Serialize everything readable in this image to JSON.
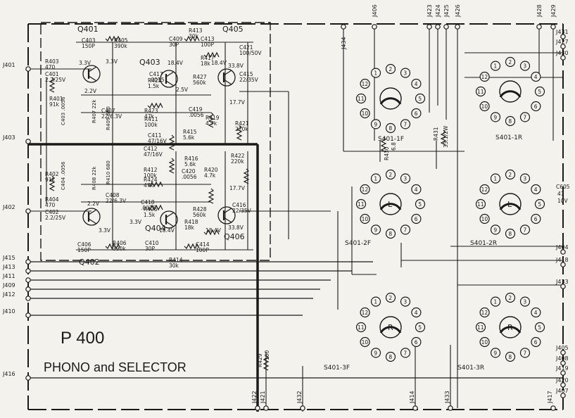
{
  "board": {
    "title": "P 400",
    "subtitle": "PHONO and SELECTOR"
  },
  "left_jacks": [
    "J401",
    "J403",
    "J402",
    "J415",
    "J413",
    "J411",
    "J409",
    "J412",
    "J410",
    "J416"
  ],
  "top_jacks": [
    "J406",
    "J434",
    "J423",
    "J424",
    "J425",
    "J426",
    "J428",
    "J429"
  ],
  "right_jacks_top": [
    "J431",
    "J427",
    "J430"
  ],
  "right_jacks_mid": [
    "J404",
    "J418",
    "J433"
  ],
  "right_jacks_bottom": [
    "J405",
    "J408",
    "J419",
    "J420",
    "J407"
  ],
  "bottom_jacks": [
    "J422",
    "J421",
    "J432",
    "J414",
    "J433",
    "J417"
  ],
  "transistors": [
    "Q401",
    "Q403",
    "Q405",
    "Q402",
    "Q404",
    "Q406"
  ],
  "upper_components": [
    {
      "t": "C403",
      "v": "150P"
    },
    {
      "t": "R405",
      "v": "390k"
    },
    {
      "t": "C409",
      "v": "30P"
    },
    {
      "t": "R413",
      "v": "30k"
    },
    {
      "t": "C413",
      "v": "100P"
    },
    {
      "t": "C421",
      "v": "100/50V"
    },
    {
      "t": "R403",
      "v": "470"
    },
    {
      "t": "R417",
      "v": "18k"
    },
    {
      "t": "C417",
      "v": ".0015"
    },
    {
      "t": "R425",
      "v": "1.5k"
    },
    {
      "t": "R427",
      "v": "560k"
    },
    {
      "t": "C415",
      "v": "22/35V"
    },
    {
      "t": "C401",
      "v": "2.2/25V"
    },
    {
      "t": "R401",
      "v": "91k"
    },
    {
      "t": "C419",
      "v": ".0056"
    },
    {
      "t": "R423",
      "v": "47k"
    },
    {
      "t": "R411",
      "v": "100k"
    },
    {
      "t": "R419",
      "v": "4.7k"
    },
    {
      "t": "R421",
      "v": "220k"
    },
    {
      "t": "C411",
      "v": "47/16V"
    },
    {
      "t": "R415",
      "v": "5.6k"
    },
    {
      "t": "C407",
      "v": "22/6.3V"
    }
  ],
  "lower_components": [
    {
      "t": "C412",
      "v": "47/16V"
    },
    {
      "t": "R416",
      "v": "5.6k"
    },
    {
      "t": "R422",
      "v": "220k"
    },
    {
      "t": "R412",
      "v": "100k"
    },
    {
      "t": "C420",
      "v": ".0056"
    },
    {
      "t": "R420",
      "v": "4.7k"
    },
    {
      "t": "R402",
      "v": "91k"
    },
    {
      "t": "R424",
      "v": "47k"
    },
    {
      "t": "C408",
      "v": "22/6.3V"
    },
    {
      "t": "R404",
      "v": "470"
    },
    {
      "t": "C418",
      "v": ".0015"
    },
    {
      "t": "R426",
      "v": "1.5k"
    },
    {
      "t": "R428",
      "v": "560k"
    },
    {
      "t": "C416",
      "v": "22/35V"
    },
    {
      "t": "C402",
      "v": "2.2/25V"
    },
    {
      "t": "R418",
      "v": "18k"
    },
    {
      "t": "C406",
      "v": "150P"
    },
    {
      "t": "R406",
      "v": "390k"
    },
    {
      "t": "C410",
      "v": "30P"
    },
    {
      "t": "C414",
      "v": "100P"
    },
    {
      "t": "R414",
      "v": "30k"
    }
  ],
  "voltages": [
    "3.3V",
    "3.3V",
    "18.4V",
    "18.4V",
    "33.8V",
    "2.2V",
    "2.5V",
    "17.7V",
    "17.7V",
    "2.2V",
    "3.3V",
    "18.4V",
    "18.4V",
    "33.8V",
    "3.3V"
  ],
  "misc_labels": {
    "r430": "R430",
    "r430_v": "6.8",
    "r431": "R431",
    "r431_v": "33.1/2W",
    "r429": "R429",
    "r429_v": "100",
    "c605": "C605",
    "c605_v": "47",
    "c605_v2": "10V",
    "r407": "R407 22k",
    "r408": "R408 22k",
    "r409": "R409 680",
    "r410": "R410 680",
    "c404": "C404 .0056",
    "c403b": "C403 .0056"
  },
  "switches": [
    {
      "name": "S401-1F",
      "center": "",
      "ring": [
        "1",
        "2",
        "3",
        "4",
        "5",
        "6",
        "7",
        "8",
        "9",
        "10",
        "11",
        "12"
      ]
    },
    {
      "name": "S401-1R",
      "center": "",
      "ring": [
        "1",
        "2",
        "3",
        "4",
        "5",
        "6",
        "7",
        "8",
        "9",
        "10",
        "11",
        "12"
      ]
    },
    {
      "name": "S401-2F",
      "center": "L",
      "ring": [
        "1",
        "2",
        "3",
        "4",
        "5",
        "6",
        "7",
        "8",
        "9",
        "10",
        "11",
        "12"
      ]
    },
    {
      "name": "S401-2R",
      "center": "L",
      "ring": [
        "1",
        "2",
        "3",
        "4",
        "5",
        "6",
        "7",
        "8",
        "9",
        "10",
        "11",
        "12"
      ]
    },
    {
      "name": "S401-3F",
      "center": "R",
      "ring": [
        "1",
        "2",
        "3",
        "4",
        "5",
        "6",
        "7",
        "8",
        "9",
        "10",
        "11",
        "12"
      ]
    },
    {
      "name": "S401-3R",
      "center": "R",
      "ring": [
        "1",
        "2",
        "3",
        "4",
        "5",
        "6",
        "7",
        "8",
        "9",
        "10",
        "11",
        "12"
      ]
    }
  ],
  "colors": {
    "ink": "#1a1a1a",
    "paper": "#f4f2ec"
  }
}
